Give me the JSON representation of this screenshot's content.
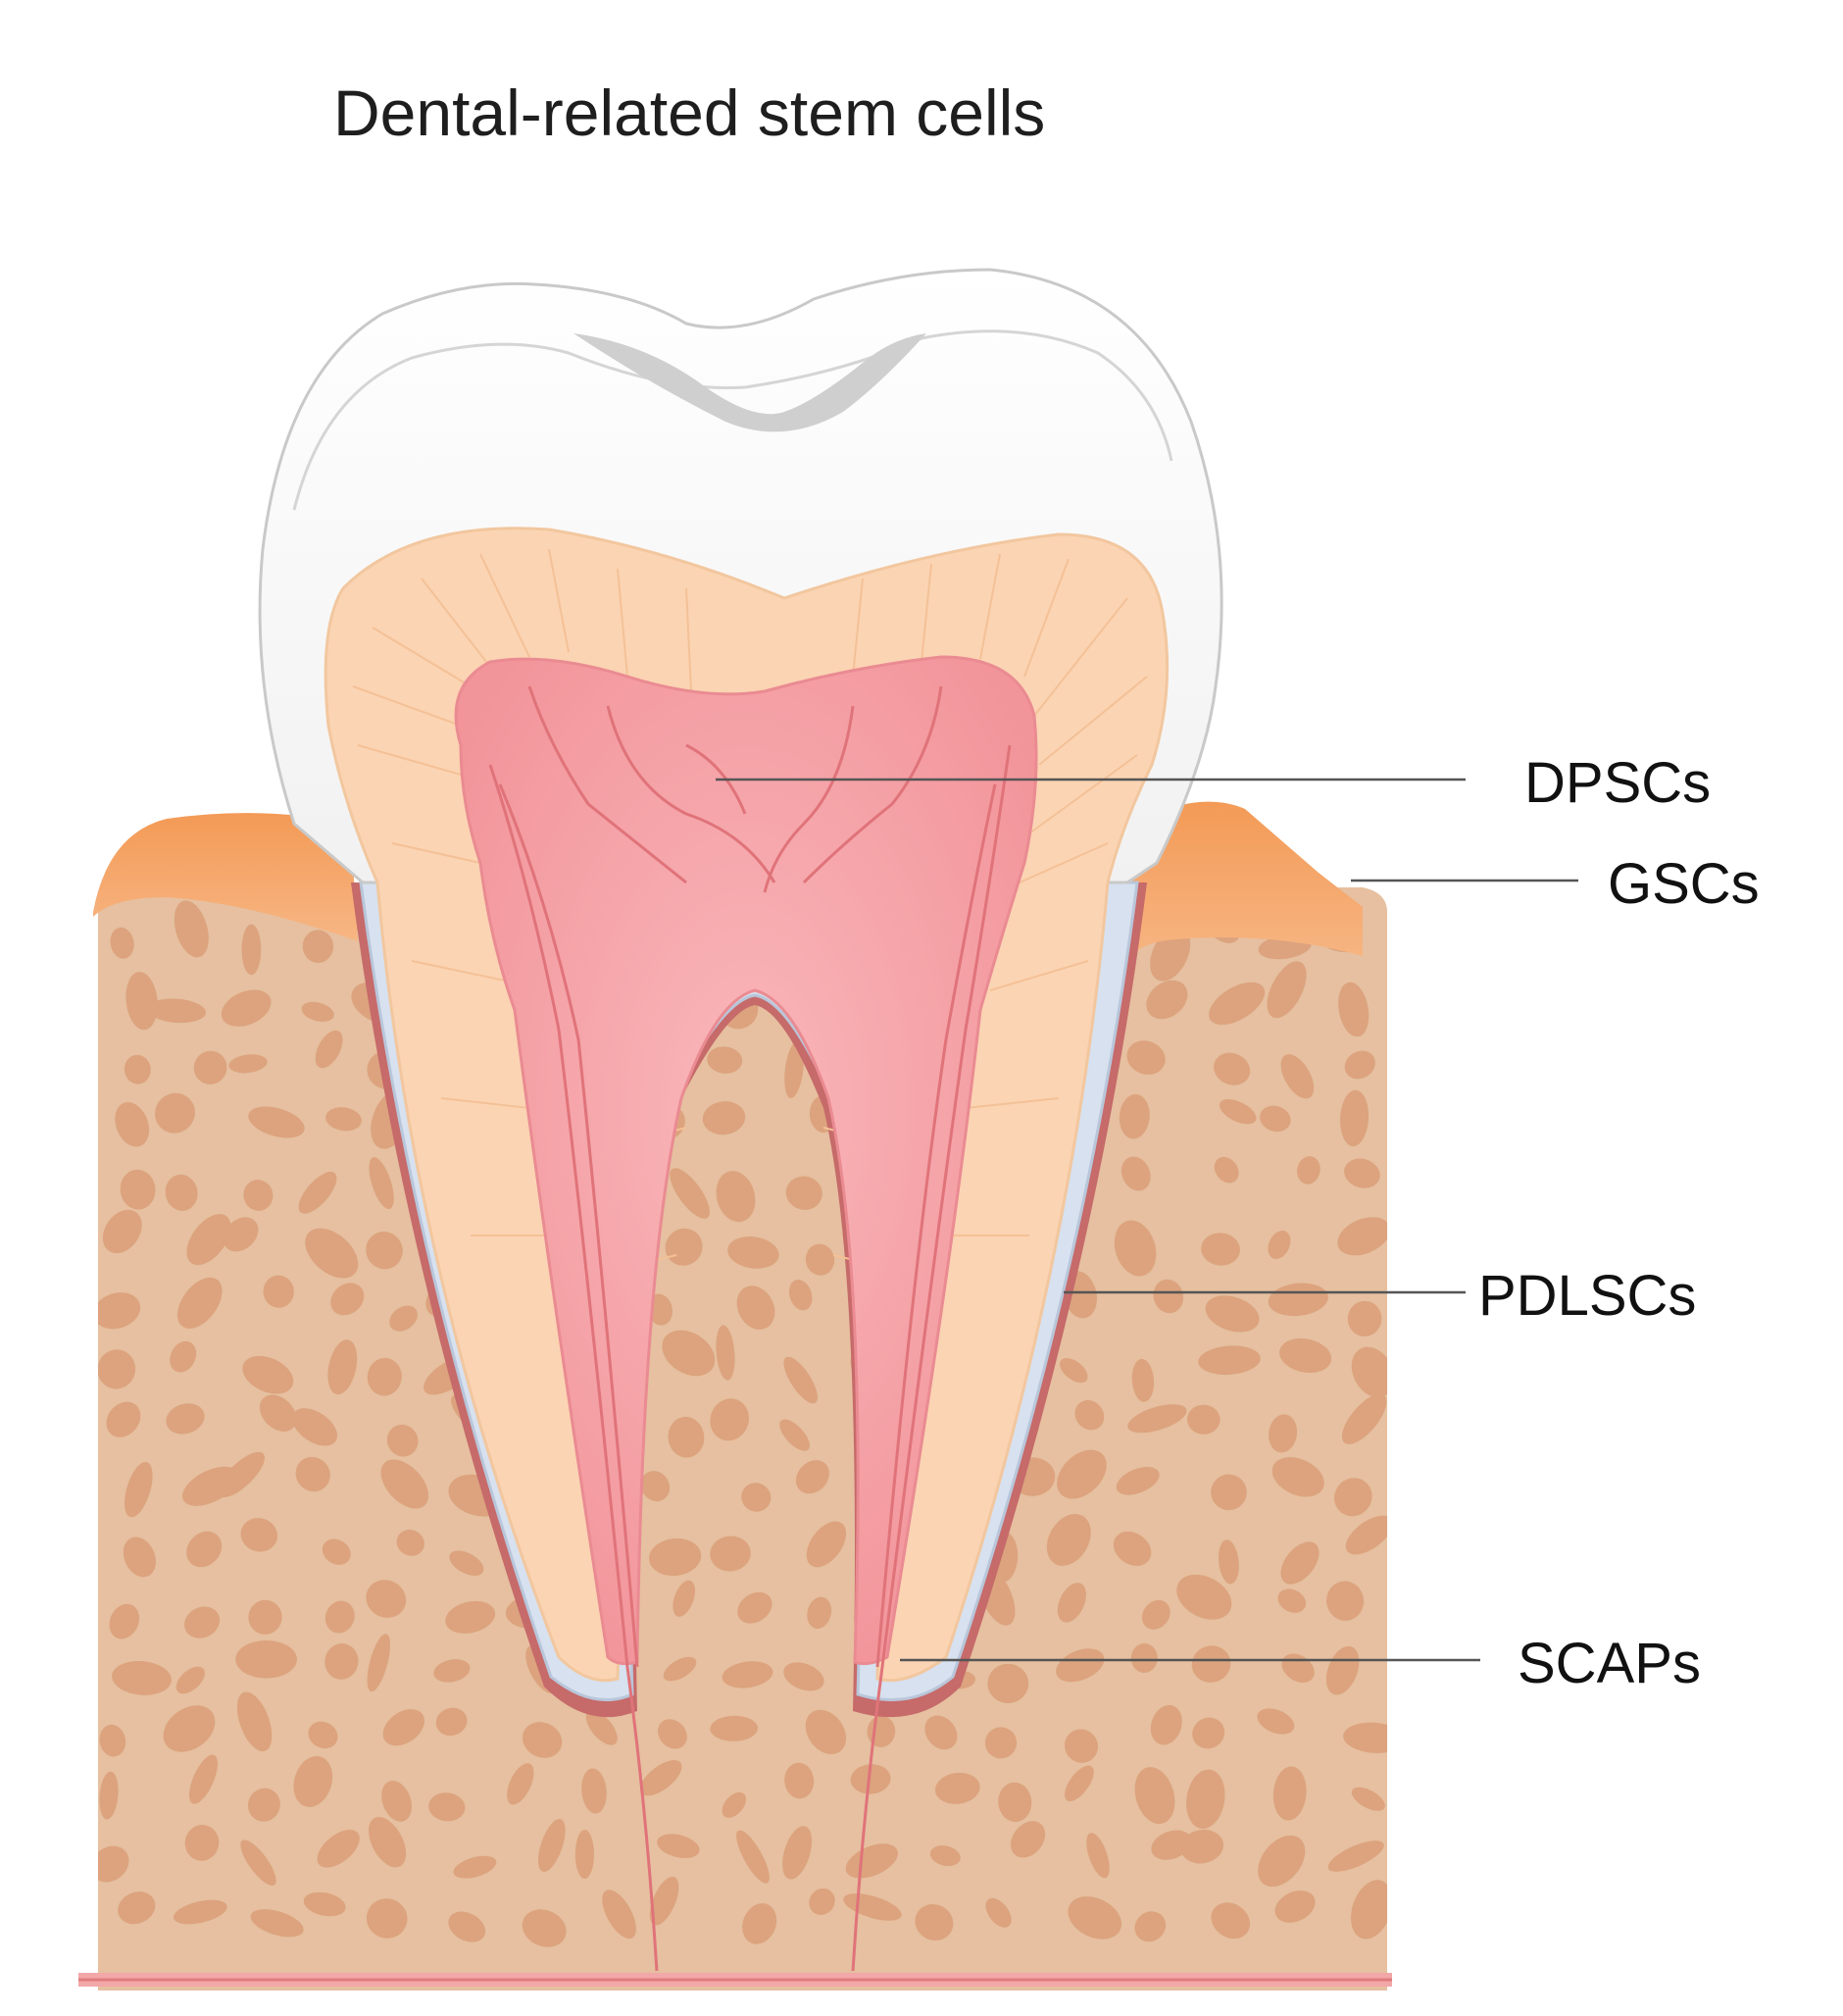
{
  "title": "Dental-related stem cells",
  "labels": {
    "dpsc": "DPSCs",
    "gsc": "GSCs",
    "pdlsc": "PDLSCs",
    "scap": "SCAPs"
  },
  "colors": {
    "bone": "#e6c0a0",
    "bone_pores": "#dca37e",
    "gum": "#f5a86d",
    "enamel": "#f6f6f6",
    "dentin": "#fbd4b3",
    "pulp": "#f49ea3",
    "ligament": "#d7e1ef",
    "root_border": "#c66a6a",
    "vessel": "#e0737a"
  }
}
